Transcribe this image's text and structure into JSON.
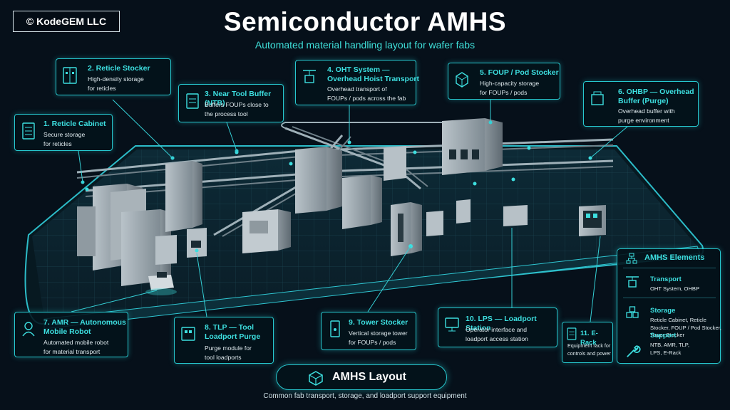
{
  "header": {
    "copyright": "© KodeGEM LLC",
    "title": "Semiconductor AMHS",
    "subtitle": "Automated material handling layout for wafer fabs"
  },
  "callouts": [
    {
      "id": "reticle-stocker",
      "icon": "cabinet-icon",
      "title": "2. Reticle Stocker",
      "desc": "High-density storage\nfor reticles"
    },
    {
      "id": "ntb",
      "icon": "buffer-icon",
      "title": "3. Near Tool Buffer (NTB)",
      "desc": "Buffers FOUPs close to\nthe process tool"
    },
    {
      "id": "oht",
      "icon": "hoist-icon",
      "title": "4. OHT System —\nOverhead Hoist Transport",
      "desc": "Overhead transport of\nFOUPs / pods across the fab"
    },
    {
      "id": "foup-stocker",
      "icon": "pods-icon",
      "title": "5. FOUP / Pod Stocker",
      "desc": "High-capacity storage\nfor FOUPs / pods"
    },
    {
      "id": "ohbp",
      "icon": "purge-buffer-icon",
      "title": "6. OHBP — Overhead\nBuffer (Purge)",
      "desc": "Overhead buffer with\npurge environment"
    },
    {
      "id": "reticle-cabinet",
      "icon": "cabinet-icon",
      "title": "1. Reticle Cabinet",
      "desc": "Secure storage\nfor reticles"
    },
    {
      "id": "amr",
      "icon": "robot-icon",
      "title": "7. AMR — Autonomous\nMobile Robot",
      "desc": "Automated mobile robot\nfor material transport"
    },
    {
      "id": "tlp",
      "icon": "loadport-icon",
      "title": "8. TLP — Tool\nLoadport Purge",
      "desc": "Purge module for\ntool loadports"
    },
    {
      "id": "tower-stocker",
      "icon": "tower-icon",
      "title": "9. Tower Stocker",
      "desc": "Vertical storage tower\nfor FOUPs / pods"
    },
    {
      "id": "lps",
      "icon": "monitor-icon",
      "title": "10. LPS — Loadport Station",
      "desc": "Operator interface and\nloadport access station"
    },
    {
      "id": "erack",
      "icon": "rack-icon",
      "title": "11. E-Rack",
      "desc": "Equipment rack for\ncontrols and power"
    }
  ],
  "legend": {
    "title": "AMHS Elements",
    "items": [
      {
        "icon": "transport-icon",
        "name": "Transport",
        "desc": "OHT System, OHBP"
      },
      {
        "icon": "storage-icon",
        "name": "Storage",
        "desc": "Reticle Cabinet, Reticle\nStocker, FOUP / Pod Stocker,\nTower Stocker"
      },
      {
        "icon": "wrench-icon",
        "name": "Support",
        "desc": "NTB, AMR, TLP,\nLPS, E-Rack"
      }
    ]
  },
  "footer": {
    "icon": "box-icon",
    "title": "AMHS Layout",
    "subtitle": "Common fab transport, storage, and loadport support equipment"
  },
  "colors": {
    "accent": "#3ddfe0",
    "border": "#27c8cf",
    "background": "#06101a"
  }
}
